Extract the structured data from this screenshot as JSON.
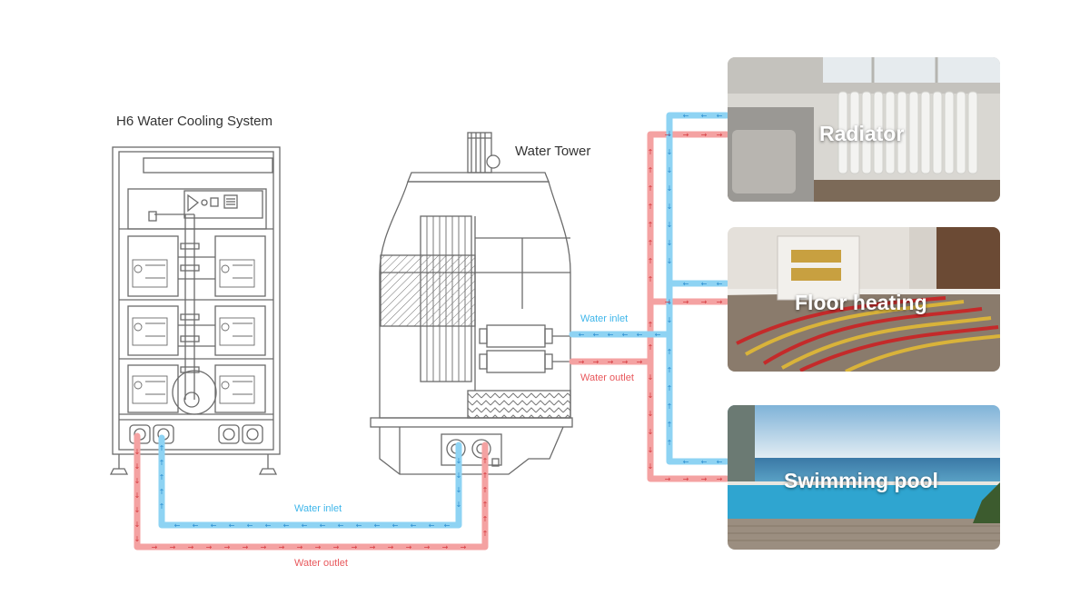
{
  "labels": {
    "h6_system": "H6 Water Cooling System",
    "water_tower": "Water Tower",
    "bottom_inlet": "Water inlet",
    "bottom_outlet": "Water outlet",
    "right_inlet": "Water inlet",
    "right_outlet": "Water outlet"
  },
  "cards": {
    "radiator": "Radiator",
    "floor_heating": "Floor heating",
    "swimming_pool": "Swimming pool"
  },
  "colors": {
    "inlet_pipe": "#8ed3f3",
    "outlet_pipe": "#f4a2a2",
    "inlet_arrow": "#2d8fd1",
    "outlet_arrow": "#d63a3f",
    "line_art": "#6b6b6b"
  },
  "icons": {
    "inlet_direction": "arrow-icon",
    "outlet_direction": "arrow-icon"
  }
}
